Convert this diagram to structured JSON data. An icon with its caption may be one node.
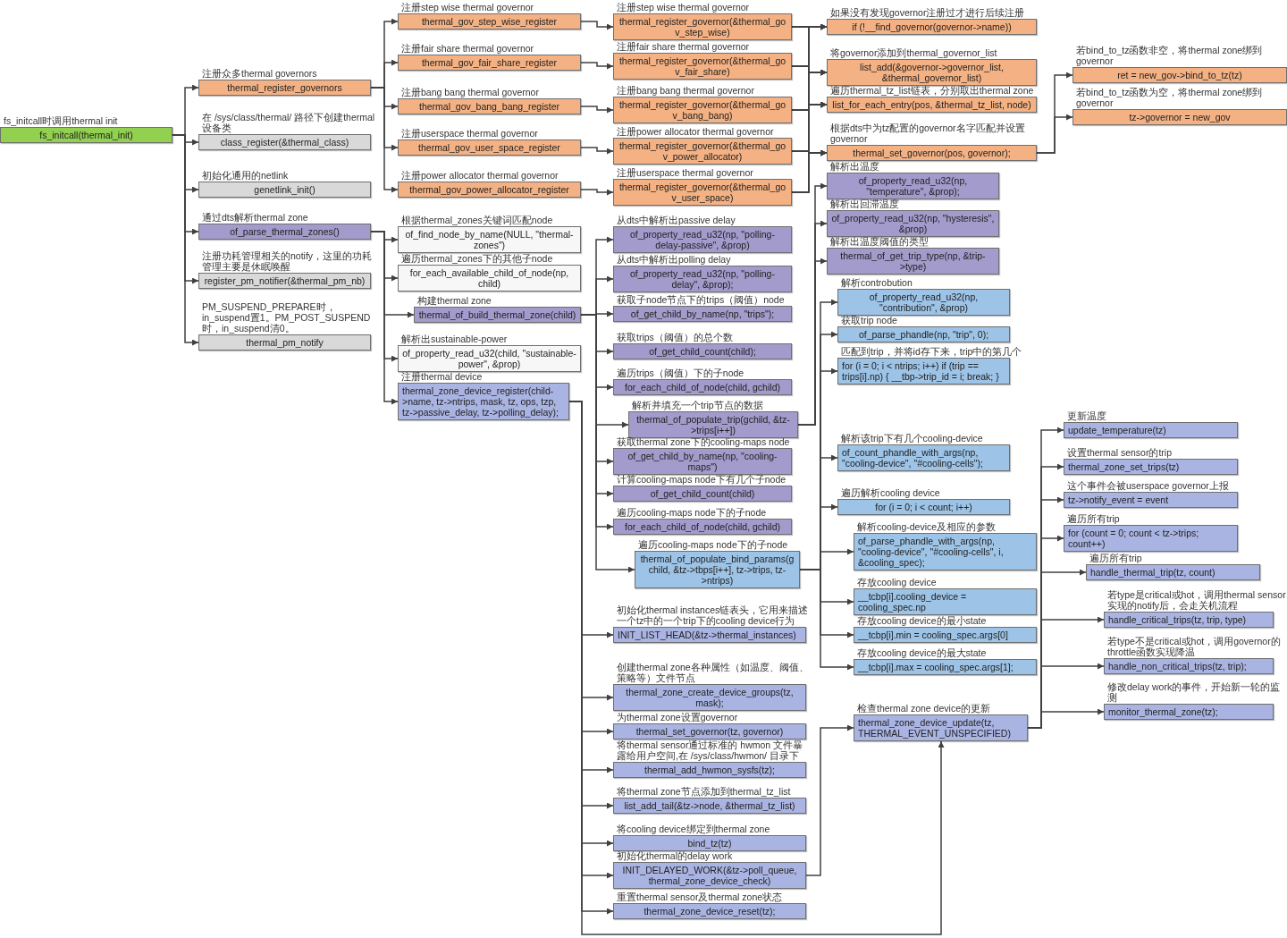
{
  "diagram": {
    "nodes": [
      {
        "text": [
          "fs_initcall时调用thermal init",
          "fs_initcall(thermal_init)"
        ]
      },
      {
        "text": [
          "注册众多thermal governors",
          "thermal_register_governors"
        ]
      },
      {
        "text": [
          "在 /sys/class/thermal/ 路径下创建thermal 设备类",
          "class_register(&thermal_class)"
        ]
      },
      {
        "text": [
          "初始化通用的netlink",
          "genetlink_init()"
        ]
      },
      {
        "text": [
          "通过dts解析thermal zone",
          "of_parse_thermal_zones()"
        ]
      },
      {
        "text": [
          "注册功耗管理相关的notify，这里的功耗管理主要是休眠唤醒",
          "register_pm_notifier(&thermal_pm_nb)"
        ]
      },
      {
        "text": [
          "PM_SUSPEND_PREPARE时，in_suspend置1。PM_POST_SUSPEND时，in_suspend清0。",
          "thermal_pm_notify"
        ]
      },
      {
        "text": [
          "注册step wise thermal governor",
          "thermal_gov_step_wise_register"
        ]
      },
      {
        "text": [
          "注册fair share thermal governor",
          "thermal_gov_fair_share_register"
        ]
      },
      {
        "text": [
          "注册bang bang thermal governor",
          "thermal_gov_bang_bang_register"
        ]
      },
      {
        "text": [
          "注册userspace thermal governor",
          "thermal_gov_user_space_register"
        ]
      },
      {
        "text": [
          "注册power allocator thermal governor",
          "thermal_gov_power_allocator_register"
        ]
      },
      {
        "text": [
          "注册step wise thermal governor",
          "thermal_register_governor(&thermal_gov_step_wise)"
        ]
      },
      {
        "text": [
          "注册fair share thermal governor",
          "thermal_register_governor(&thermal_gov_fair_share)"
        ]
      },
      {
        "text": [
          "注册bang bang thermal governor",
          "thermal_register_governor(&thermal_gov_bang_bang)"
        ]
      },
      {
        "text": [
          "注册power allocator thermal governor",
          "thermal_register_governor(&thermal_gov_power_allocator)"
        ]
      },
      {
        "text": [
          "注册userspace thermal governor",
          "thermal_register_governor(&thermal_gov_user_space)"
        ]
      },
      {
        "text": [
          "如果没有发现governor注册过才进行后续注册",
          "if (!__find_governor(governor->name))"
        ]
      },
      {
        "text": [
          "将governor添加到thermal_governor_list",
          "list_add(&governor->governor_list, &thermal_governor_list)"
        ]
      },
      {
        "text": [
          "遍历thermal_tz_list链表，分别取出thermal zone",
          "list_for_each_entry(pos, &thermal_tz_list, node)"
        ]
      },
      {
        "text": [
          "根据dts中为tz配置的governor名字匹配并设置governor",
          "thermal_set_governor(pos, governor);"
        ]
      },
      {
        "text": [
          "若bind_to_tz函数非空，将thermal zone绑到governor",
          "ret = new_gov->bind_to_tz(tz)"
        ]
      },
      {
        "text": [
          "若bind_to_tz函数为空，将thermal zone绑到governor",
          "tz->governor = new_gov"
        ]
      },
      {
        "text": [
          "根据thermal_zones关键词匹配node",
          "of_find_node_by_name(NULL, \"thermal-zones\")"
        ]
      },
      {
        "text": [
          "遍历thermal_zones下的其他子node",
          "for_each_available_child_of_node(np, child)"
        ]
      },
      {
        "text": [
          "构建thermal zone",
          "thermal_of_build_thermal_zone(child)"
        ]
      },
      {
        "text": [
          "解析出sustainable-power",
          "of_property_read_u32(child, \"sustainable-power\", &prop)"
        ]
      },
      {
        "text": [
          "注册thermal device",
          "thermal_zone_device_register(child->name, tz->ntrips, mask, tz, ops, tzp, tz->passive_delay, tz->polling_delay);"
        ]
      },
      {
        "text": [
          "从dts中解析出passive delay",
          "of_property_read_u32(np, \"polling-delay-passive\", &prop)"
        ]
      },
      {
        "text": [
          "从dts中解析出polling delay",
          "of_property_read_u32(np, \"polling-delay\", &prop);"
        ]
      },
      {
        "text": [
          "获取子node节点下的trips（阈值）node",
          "of_get_child_by_name(np, \"trips\");"
        ]
      },
      {
        "text": [
          "获取trips（阈值）的总个数",
          "of_get_child_count(child);"
        ]
      },
      {
        "text": [
          "遍历trips（阈值）下的子node",
          "for_each_child_of_node(child, gchild)"
        ]
      },
      {
        "text": [
          "解析并填充一个trip节点的数据",
          "thermal_of_populate_trip(gchild, &tz->trips[i++])"
        ]
      },
      {
        "text": [
          "获取thermal zone下的cooling-maps node",
          "of_get_child_by_name(np, \"cooling-maps\")"
        ]
      },
      {
        "text": [
          "计算cooling-maps node下有几个子node",
          "of_get_child_count(child)"
        ]
      },
      {
        "text": [
          "遍历cooling-maps node下的子node",
          "for_each_child_of_node(child, gchild)"
        ]
      },
      {
        "text": [
          "遍历cooling-maps node下的子node",
          "thermal_of_populate_bind_params(gchild, &tz->tbps[i++], tz->trips, tz->ntrips)"
        ]
      },
      {
        "text": [
          "解析出温度",
          "of_property_read_u32(np, \"temperature\", &prop);"
        ]
      },
      {
        "text": [
          "解析出回滞温度",
          "of_property_read_u32(np, \"hysteresis\", &prop)"
        ]
      },
      {
        "text": [
          "解析出温度阈值的类型",
          "thermal_of_get_trip_type(np, &trip->type)"
        ]
      },
      {
        "text": [
          "解析controbution",
          "of_property_read_u32(np, \"contribution\", &prop)"
        ]
      },
      {
        "text": [
          "获取trip node",
          "of_parse_phandle(np, \"trip\", 0);"
        ]
      },
      {
        "text": [
          "匹配到trip，并将id存下来，trip中的第几个",
          "for (i = 0; i < ntrips; i++) if (trip == trips[i].np) { __tbp->trip_id = i; break; }"
        ]
      },
      {
        "text": [
          "解析该trip下有几个cooling-device",
          "of_count_phandle_with_args(np, \"cooling-device\", \"#cooling-cells\");"
        ]
      },
      {
        "text": [
          "遍历解析cooling device",
          "for (i = 0; i < count; i++)"
        ]
      },
      {
        "text": [
          "解析cooling-device及相应的参数",
          "of_parse_phandle_with_args(np, \"cooling-device\", \"#cooling-cells\", i, &cooling_spec);"
        ]
      },
      {
        "text": [
          "存放cooling device",
          "__tcbp[i].cooling_device = cooling_spec.np"
        ]
      },
      {
        "text": [
          "存放cooling device的最小state",
          "__tcbp[i].min = cooling_spec.args[0]"
        ]
      },
      {
        "text": [
          "存放cooling device的最大state",
          "__tcbp[i].max = cooling_spec.args[1];"
        ]
      },
      {
        "text": [
          "初始化thermal instances链表头，它用来描述一个tz中的一个trip下的cooling device行为",
          "INIT_LIST_HEAD(&tz->thermal_instances)"
        ]
      },
      {
        "text": [
          "创建thermal zone各种属性（如温度、阈值、策略等）文件节点",
          "thermal_zone_create_device_groups(tz, mask);"
        ]
      },
      {
        "text": [
          "为thermal zone设置governor",
          "thermal_set_governor(tz, governor)"
        ]
      },
      {
        "text": [
          "将thermal sensor通过标准的 hwmon 文件暴露给用户空间,在 /sys/class/hwmon/ 目录下",
          "thermal_add_hwmon_sysfs(tz);"
        ]
      },
      {
        "text": [
          "将thermal zone节点添加到thermal_tz_list",
          "list_add_tail(&tz->node, &thermal_tz_list)"
        ]
      },
      {
        "text": [
          "将cooling device绑定到thermal zone",
          "bind_tz(tz)"
        ]
      },
      {
        "text": [
          "初始化thermal的delay work",
          "INIT_DELAYED_WORK(&tz->poll_queue, thermal_zone_device_check)"
        ]
      },
      {
        "text": [
          "重置thermal sensor及thermal zone状态",
          "thermal_zone_device_reset(tz);"
        ]
      },
      {
        "text": [
          "检查thermal zone device的更新",
          "thermal_zone_device_update(tz, THERMAL_EVENT_UNSPECIFIED)"
        ]
      },
      {
        "text": [
          "更新温度",
          "update_temperature(tz)"
        ]
      },
      {
        "text": [
          "设置thermal sensor的trip",
          "thermal_zone_set_trips(tz)"
        ]
      },
      {
        "text": [
          "这个事件会被userspace governor上报",
          "tz->notify_event = event"
        ]
      },
      {
        "text": [
          "遍历所有trip",
          "for (count = 0; count < tz->trips; count++)"
        ]
      },
      {
        "text": [
          "遍历所有trip",
          "handle_thermal_trip(tz, count)"
        ]
      },
      {
        "text": [
          "若type是critical或hot，调用thermal sensor实现的notify后，会走关机流程",
          "handle_critical_trips(tz, trip, type)"
        ]
      },
      {
        "text": [
          "若type不是critical或hot，调用governor的throttle函数实现降温",
          "handle_non_critical_trips(tz, trip);"
        ]
      },
      {
        "text": [
          "修改delay work的事件，开始新一轮的监测",
          "monitor_thermal_zone(tz);"
        ]
      }
    ],
    "edges": [
      {
        "from": 0,
        "to": 1,
        "arrow": "to"
      },
      {
        "from": 0,
        "to": 2,
        "arrow": "to"
      },
      {
        "from": 0,
        "to": 3,
        "arrow": "to"
      },
      {
        "from": 0,
        "to": 4,
        "arrow": "to"
      },
      {
        "from": 0,
        "to": 5,
        "arrow": "to"
      },
      {
        "from": 0,
        "to": 6,
        "arrow": "to"
      },
      {
        "from": 1,
        "to": 7,
        "arrow": "to"
      },
      {
        "from": 1,
        "to": 8,
        "arrow": "to"
      },
      {
        "from": 1,
        "to": 9,
        "arrow": "to"
      },
      {
        "from": 1,
        "to": 10,
        "arrow": "to"
      },
      {
        "from": 1,
        "to": 11,
        "arrow": "to"
      },
      {
        "from": 7,
        "to": 12,
        "arrow": "to"
      },
      {
        "from": 8,
        "to": 13,
        "arrow": "to"
      },
      {
        "from": 9,
        "to": 14,
        "arrow": "to"
      },
      {
        "from": 10,
        "to": 15,
        "arrow": "to"
      },
      {
        "from": 11,
        "to": 16,
        "arrow": "to"
      },
      {
        "from": 12,
        "to": 17,
        "arrow": "to"
      },
      {
        "from": 12,
        "to": 18,
        "arrow": "to"
      },
      {
        "from": 12,
        "to": 19,
        "arrow": "to"
      },
      {
        "from": 12,
        "to": 20,
        "arrow": "to"
      },
      {
        "from": 13,
        "to": 17,
        "arrow": "to"
      },
      {
        "from": 13,
        "to": 18,
        "arrow": "to"
      },
      {
        "from": 13,
        "to": 19,
        "arrow": "to"
      },
      {
        "from": 13,
        "to": 20,
        "arrow": "to"
      },
      {
        "from": 14,
        "to": 17,
        "arrow": "to"
      },
      {
        "from": 14,
        "to": 18,
        "arrow": "to"
      },
      {
        "from": 14,
        "to": 19,
        "arrow": "to"
      },
      {
        "from": 14,
        "to": 20,
        "arrow": "to"
      },
      {
        "from": 15,
        "to": 17,
        "arrow": "to"
      },
      {
        "from": 15,
        "to": 18,
        "arrow": "to"
      },
      {
        "from": 15,
        "to": 19,
        "arrow": "to"
      },
      {
        "from": 15,
        "to": 20,
        "arrow": "to"
      },
      {
        "from": 16,
        "to": 17,
        "arrow": "to"
      },
      {
        "from": 16,
        "to": 18,
        "arrow": "to"
      },
      {
        "from": 16,
        "to": 19,
        "arrow": "to"
      },
      {
        "from": 16,
        "to": 20,
        "arrow": "to"
      },
      {
        "from": 20,
        "to": 21,
        "arrow": "to"
      },
      {
        "from": 20,
        "to": 22,
        "arrow": "to"
      },
      {
        "from": 4,
        "to": 23,
        "arrow": "to"
      },
      {
        "from": 4,
        "to": 24,
        "arrow": "to"
      },
      {
        "from": 4,
        "to": 25,
        "arrow": "to"
      },
      {
        "from": 4,
        "to": 26,
        "arrow": "to"
      },
      {
        "from": 4,
        "to": 27,
        "arrow": "to"
      },
      {
        "from": 25,
        "to": 28,
        "arrow": "to"
      },
      {
        "from": 25,
        "to": 29,
        "arrow": "to"
      },
      {
        "from": 25,
        "to": 30,
        "arrow": "to"
      },
      {
        "from": 25,
        "to": 31,
        "arrow": "to"
      },
      {
        "from": 25,
        "to": 32,
        "arrow": "to"
      },
      {
        "from": 25,
        "to": 33,
        "arrow": "to"
      },
      {
        "from": 25,
        "to": 34,
        "arrow": "to"
      },
      {
        "from": 25,
        "to": 35,
        "arrow": "to"
      },
      {
        "from": 25,
        "to": 36,
        "arrow": "to"
      },
      {
        "from": 25,
        "to": 37,
        "arrow": "to"
      },
      {
        "from": 33,
        "to": 38,
        "arrow": "to"
      },
      {
        "from": 33,
        "to": 39,
        "arrow": "to"
      },
      {
        "from": 33,
        "to": 40,
        "arrow": "to"
      },
      {
        "from": 37,
        "to": 41,
        "arrow": "to"
      },
      {
        "from": 37,
        "to": 42,
        "arrow": "to"
      },
      {
        "from": 37,
        "to": 43,
        "arrow": "to"
      },
      {
        "from": 37,
        "to": 44,
        "arrow": "to"
      },
      {
        "from": 37,
        "to": 45,
        "arrow": "to"
      },
      {
        "from": 37,
        "to": 46,
        "arrow": "to"
      },
      {
        "from": 37,
        "to": 47,
        "arrow": "to"
      },
      {
        "from": 37,
        "to": 48,
        "arrow": "to"
      },
      {
        "from": 37,
        "to": 49,
        "arrow": "to"
      },
      {
        "from": 27,
        "to": 50,
        "arrow": "to"
      },
      {
        "from": 27,
        "to": 51,
        "arrow": "to"
      },
      {
        "from": 27,
        "to": 52,
        "arrow": "to"
      },
      {
        "from": 27,
        "to": 53,
        "arrow": "to"
      },
      {
        "from": 27,
        "to": 54,
        "arrow": "to"
      },
      {
        "from": 27,
        "to": 55,
        "arrow": "to"
      },
      {
        "from": 27,
        "to": 56,
        "arrow": "to"
      },
      {
        "from": 27,
        "to": 57,
        "arrow": "to"
      },
      {
        "from": 27,
        "to": 58,
        "arrow": "to"
      },
      {
        "from": 56,
        "to": 58,
        "arrow": "to"
      },
      {
        "from": 58,
        "to": 59,
        "arrow": "to"
      },
      {
        "from": 58,
        "to": 60,
        "arrow": "to"
      },
      {
        "from": 58,
        "to": 61,
        "arrow": "to"
      },
      {
        "from": 58,
        "to": 62,
        "arrow": "to"
      },
      {
        "from": 58,
        "to": 63,
        "arrow": "to"
      },
      {
        "from": 58,
        "to": 64,
        "arrow": "to"
      },
      {
        "from": 58,
        "to": 65,
        "arrow": "to"
      },
      {
        "from": 58,
        "to": 66,
        "arrow": "to"
      }
    ]
  }
}
